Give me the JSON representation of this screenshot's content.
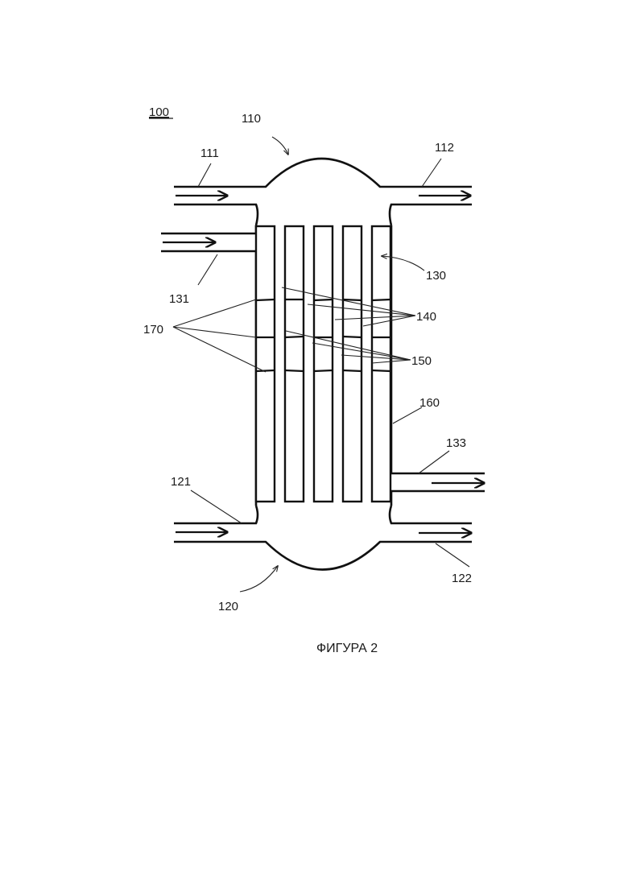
{
  "figure": {
    "caption": "ФИГУРА 2",
    "labels": {
      "main": "100",
      "top_chamber": "110",
      "inlet_top": "111",
      "outlet_top": "112",
      "bottom_chamber": "120",
      "inlet_bottom": "121",
      "outlet_bottom": "122",
      "tubes": "130",
      "shell_inlet": "131",
      "shell_outlet": "133",
      "baffles_a": "140",
      "baffles_b": "150",
      "shell_wall": "160",
      "joints": "170"
    }
  }
}
